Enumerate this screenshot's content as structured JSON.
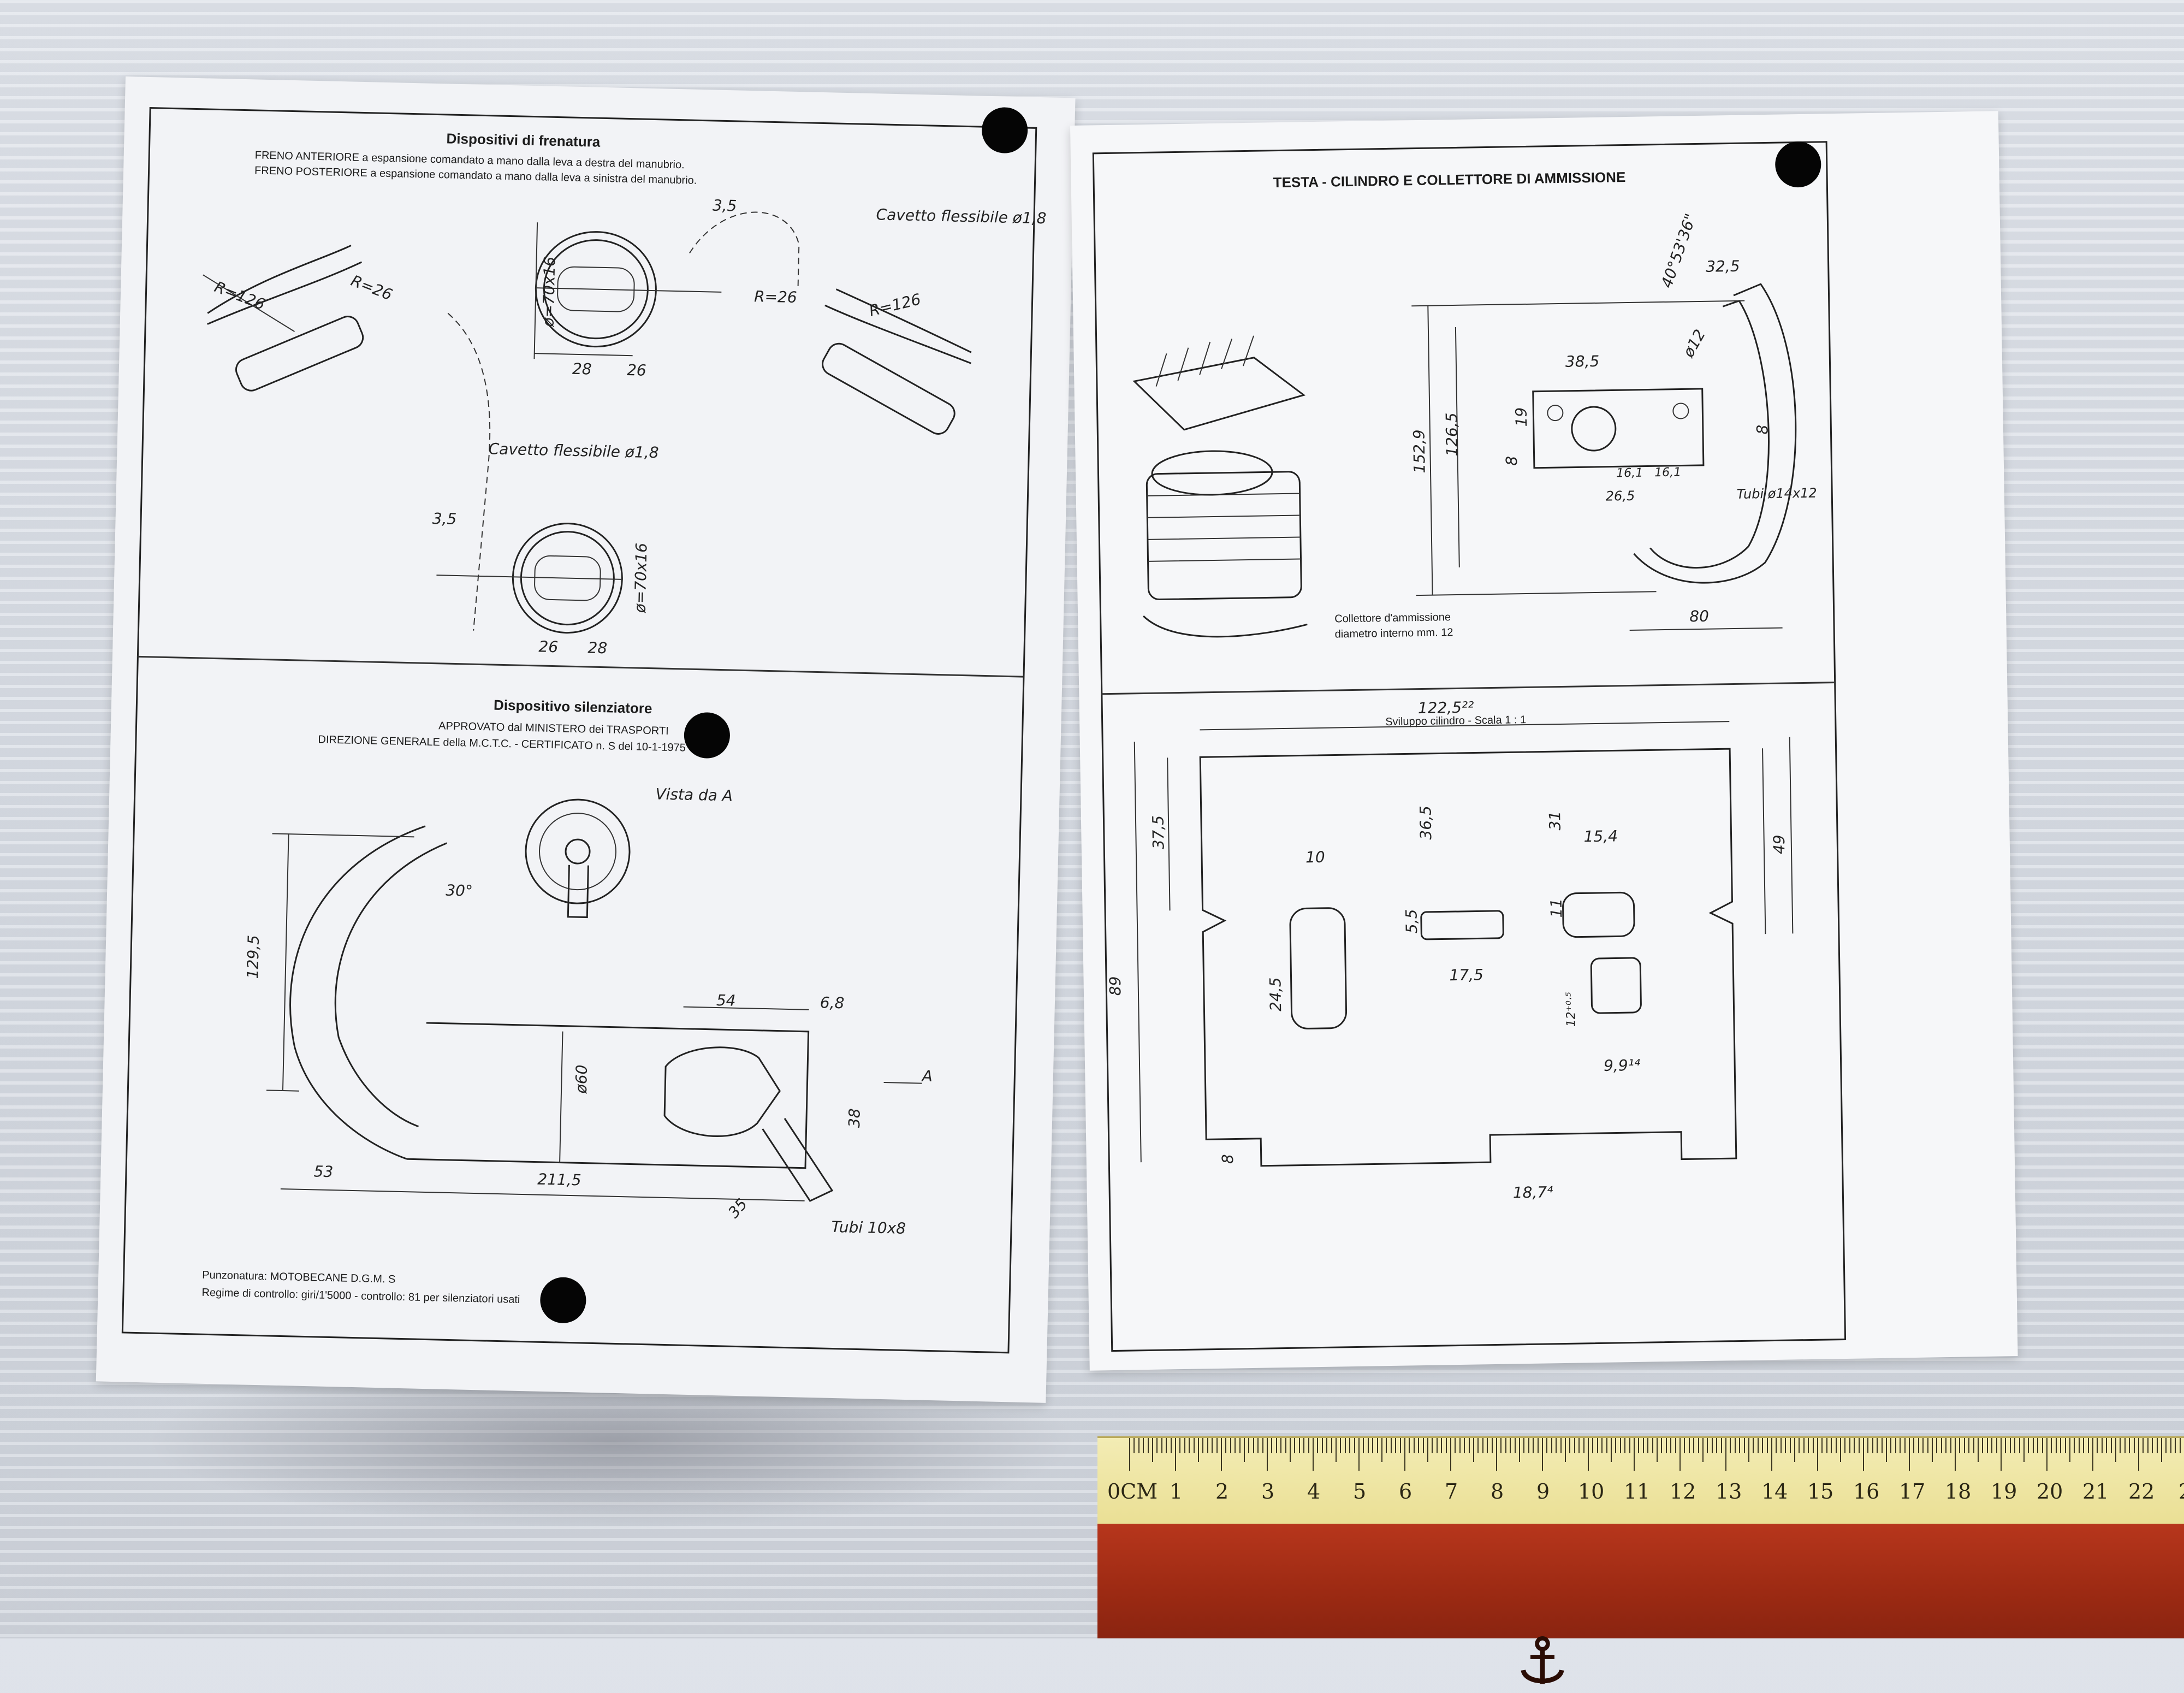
{
  "left_page": {
    "brakes": {
      "title": "Dispositivi di frenatura",
      "line1": "FRENO ANTERIORE a espansione comandato a mano dalla leva a destra del manubrio.",
      "line2": "FRENO POSTERIORE a espansione comandato a mano dalla leva a sinistra del manubrio.",
      "cable_top": "Cavetto flessibile ø1,8",
      "cable_mid": "Cavetto flessibile ø1,8",
      "dims": {
        "d35_top": "3,5",
        "drum_top": "ø=70x16",
        "d28_top": "28",
        "d26_top": "26",
        "r126_left": "R=126",
        "r26_left": "R=26",
        "r26_right": "R=26",
        "r126_right": "R=126",
        "d35_bot": "3,5",
        "drum_bot": "ø=70x16",
        "d26_bot": "26",
        "d28_bot": "28"
      }
    },
    "muffler": {
      "title": "Dispositivo silenziatore",
      "line1": "APPROVATO dal MINISTERO dei TRASPORTI",
      "line2": "DIREZIONE GENERALE della M.C.T.C. - CERTIFICATO n.  S  del 10-1-1975",
      "view_label": "Vista da A",
      "dims": {
        "h1295": "129,5",
        "a30": "30°",
        "d54": "54",
        "d68": "6,8",
        "d60": "ø60",
        "d38": "38",
        "d53": "53",
        "d2115": "211,5",
        "d35": "35",
        "a": "A",
        "tubi": "Tubi 10x8"
      },
      "footer1": "Punzonatura: MOTOBECANE D.G.M.  S",
      "footer2": "Regime di controllo: giri/1'5000 -  controllo: 81 per silenziatori usati"
    }
  },
  "right_page": {
    "head": {
      "title": "TESTA - CILINDRO E COLLETTORE DI AMMISSIONE",
      "caption1": "Collettore d'ammissione",
      "caption2": "diametro interno mm. 12",
      "dims": {
        "angle": "40°53'36\"",
        "d325": "32,5",
        "d12": "ø12",
        "d385": "38,5",
        "d1529": "152,9",
        "d1265": "126,5",
        "d19": "19",
        "d8a": "8",
        "d8b": "8",
        "d161a": "16,1",
        "d161b": "16,1",
        "d265": "26,5",
        "tubi": "Tubi ø14x12",
        "d80": "80"
      }
    },
    "cylinder": {
      "title": "Sviluppo cilindro - Scala 1 : 1",
      "dims": {
        "d1225": "122,5²²",
        "d375": "37,5",
        "d365": "36,5",
        "d31": "31",
        "d49": "49",
        "d10": "10",
        "d154": "15,4",
        "d89": "89",
        "d55": "5,5",
        "d11": "11",
        "d245": "24,5",
        "d175": "17,5",
        "d127": "12⁺⁰·⁵",
        "d99": "9,9¹⁴",
        "d8": "8",
        "d1874": "18,7⁴"
      }
    }
  },
  "ruler": {
    "unit": "0CM",
    "numbers": [
      "1",
      "2",
      "3",
      "4",
      "5",
      "6",
      "7",
      "8",
      "9",
      "10",
      "11",
      "12",
      "13",
      "14",
      "15",
      "16",
      "17",
      "18",
      "19",
      "20",
      "21",
      "22",
      "2"
    ]
  }
}
